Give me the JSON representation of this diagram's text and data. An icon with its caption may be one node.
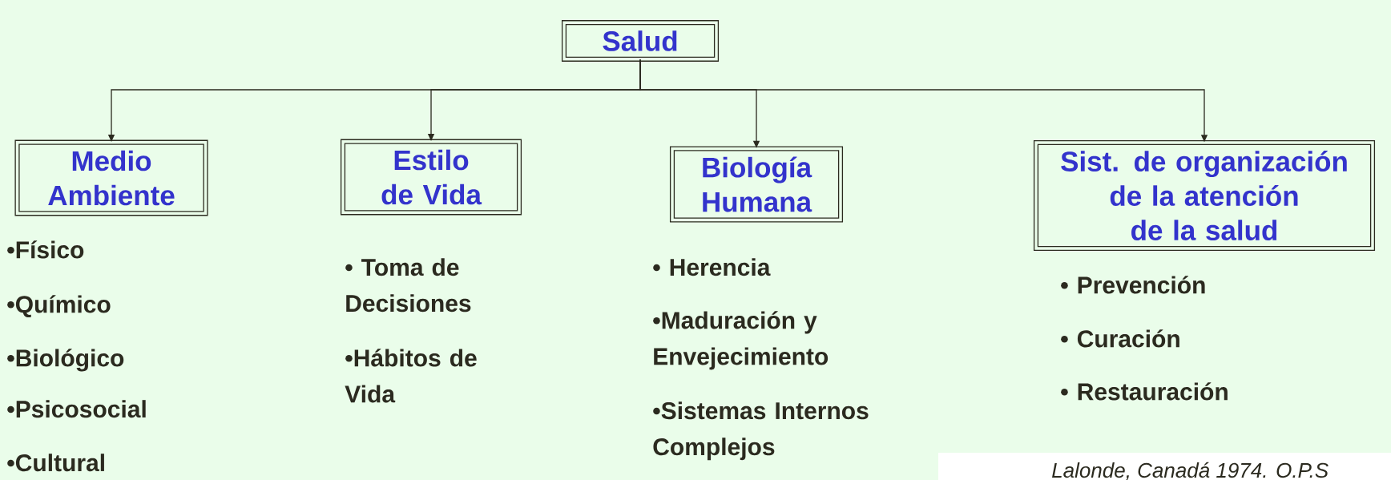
{
  "diagram": {
    "nodes": [
      {
        "text": [
          "Salud"
        ]
      },
      {
        "text": [
          "Medio Ambiente"
        ]
      },
      {
        "text": [
          "Estilo de Vida"
        ]
      },
      {
        "text": [
          "Biología Humana"
        ]
      },
      {
        "text": [
          "Sist. de organización de la atención de la salud"
        ]
      }
    ],
    "edges": [
      {
        "from": 0,
        "to": 1,
        "arrow": "to"
      },
      {
        "from": 0,
        "to": 2,
        "arrow": "to"
      },
      {
        "from": 0,
        "to": 3,
        "arrow": "to"
      },
      {
        "from": 0,
        "to": 4,
        "arrow": "to"
      }
    ],
    "labels": [
      "•Físico",
      "•Químico",
      "•Biológico",
      "•Psicosocial",
      "•Cultural",
      "• Toma de Decisiones",
      "•Hábitos de Vida",
      "• Herencia",
      "•Maduración y Envejecimiento",
      "•Sistemas Internos Complejos",
      "• Prevención",
      "• Curación",
      "• Restauración",
      "Lalonde, Canadá 1974. O.P.S"
    ]
  }
}
